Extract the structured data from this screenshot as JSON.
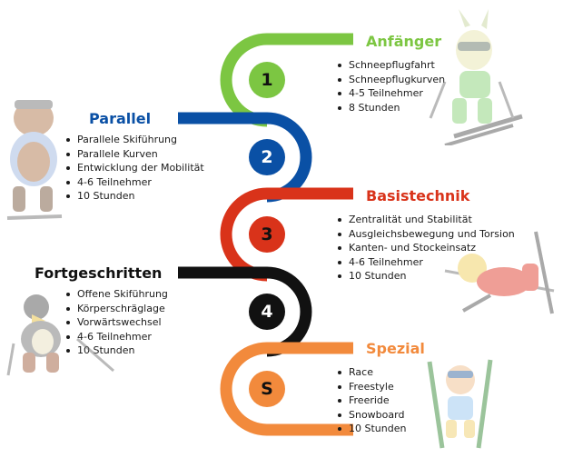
{
  "levels": [
    {
      "number": "1",
      "title": "Anfänger",
      "color": "#7cc642",
      "items": [
        "Schneepflugfahrt",
        "Schneepflugkurven",
        "4-5 Teilnehmer",
        "8 Stunden"
      ],
      "mascot_icon": "rabbit-skier-icon"
    },
    {
      "number": "2",
      "title": "Parallel",
      "color": "#0a50a5",
      "items": [
        "Parallele Skiführung",
        "Parallele Kurven",
        "Entwicklung der Mobilität",
        "4-6 Teilnehmer",
        "10 Stunden"
      ],
      "mascot_icon": "beaver-skier-icon"
    },
    {
      "number": "3",
      "title": "Basistechnik",
      "color": "#d9331a",
      "items": [
        "Zentralität und Stabilität",
        "Ausgleichsbewegung und Torsion",
        "Kanten- und Stockeinsatz",
        "4-6 Teilnehmer",
        "10 Stunden"
      ],
      "mascot_icon": "fox-skier-icon"
    },
    {
      "number": "4",
      "title": "Fortgeschritten",
      "color": "#111111",
      "items": [
        "Offene Skiführung",
        "Körperschräglage",
        "Vorwärtswechsel",
        "4-6 Teilnehmer",
        "10 Stunden"
      ],
      "mascot_icon": "eagle-skier-icon"
    },
    {
      "number": "S",
      "title": "Spezial",
      "color": "#f28a3c",
      "items": [
        "Race",
        "Freestyle",
        "Freeride",
        "Snowboard",
        "10 Stunden"
      ],
      "mascot_icon": "bear-jumping-skier-icon"
    }
  ]
}
